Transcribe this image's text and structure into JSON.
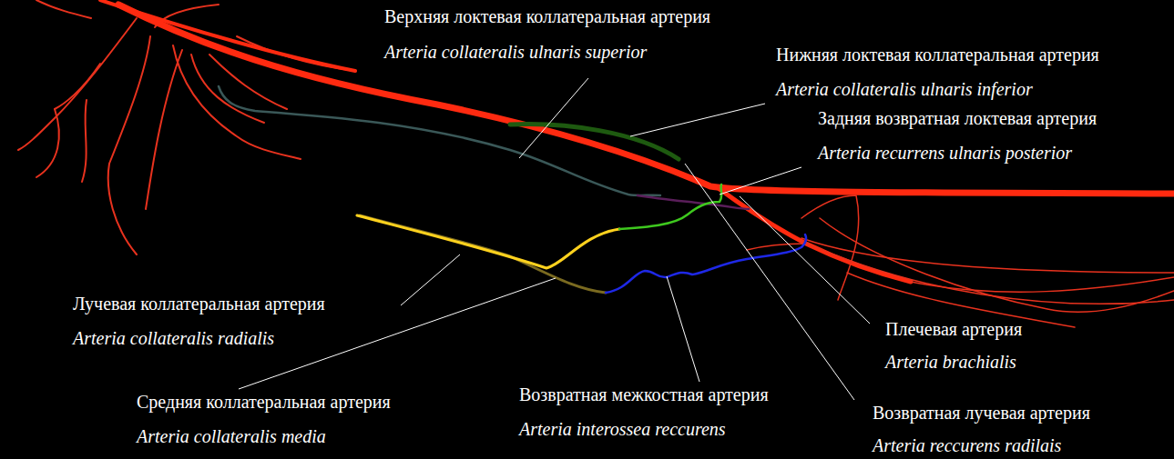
{
  "diagram": {
    "labels": [
      "Верхняя локтевая коллатеральная артерия",
      "Arteria collateralis ulnaris superior",
      "Нижняя локтевая коллатеральная артерия",
      "Arteria collateralis ulnaris inferior",
      "Задняя возвратная локтевая артерия",
      "Arteria recurrens ulnaris posterior",
      "Лучевая коллатеральная артерия",
      "Arteria collateralis radialis",
      "Средняя коллатеральная артерия",
      "Arteria collateralis media",
      "Возвратная межкостная артерия",
      "Arteria interossea reccurens",
      "Плечевая артерия",
      "Arteria brachialis",
      "Возвратная лучевая артерия",
      "Arteria reccurens radilais"
    ]
  }
}
